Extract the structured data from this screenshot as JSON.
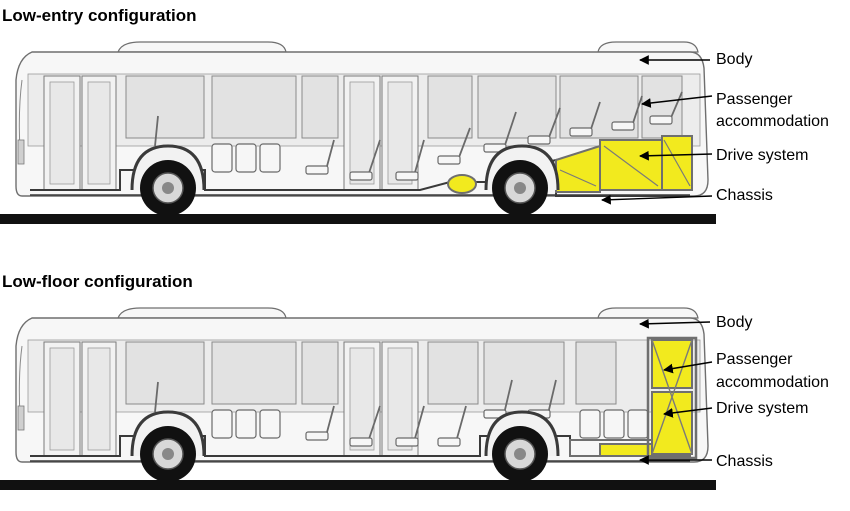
{
  "diagrams": [
    {
      "title": "Low-entry configuration",
      "labels": {
        "body": "Body",
        "passenger_line1": "Passenger",
        "passenger_line2": "accommodation",
        "drive": "Drive system",
        "chassis": "Chassis"
      }
    },
    {
      "title": "Low-floor configuration",
      "labels": {
        "body": "Body",
        "passenger_line1": "Passenger",
        "passenger_line2": "accommodation",
        "drive": "Drive system",
        "chassis": "Chassis"
      }
    }
  ],
  "colors": {
    "drive_fill": "#f2ea1e",
    "outline": "#6f6f6f",
    "window": "#e6e6e6",
    "body": "#f7f7f7",
    "road": "#111111",
    "chassis": "#3a3a3a"
  }
}
